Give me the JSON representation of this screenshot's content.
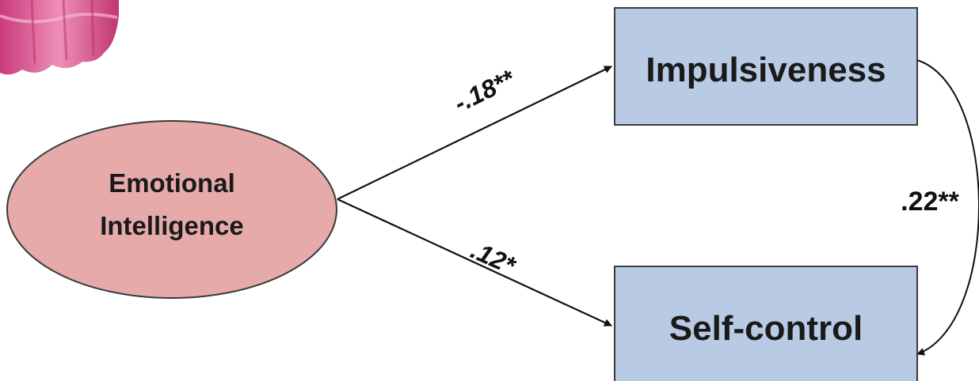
{
  "nodes": {
    "emotional_intelligence": {
      "line1": "Emotional",
      "line2": "Intelligence",
      "fill": "#e6aaaa",
      "stroke": "#3a3a3a"
    },
    "impulsiveness": {
      "label": "Impulsiveness",
      "fill": "#b9cbe4",
      "stroke": "#3a3a3a"
    },
    "self_control": {
      "label": "Self-control",
      "fill": "#b9cbe4",
      "stroke": "#3a3a3a"
    }
  },
  "paths": {
    "ei_to_impulsiveness": "-.18**",
    "ei_to_self_control": ".12*",
    "impulsiveness_with_self_control": ".22**"
  },
  "decoration": {
    "icon": "pink-cake-icon",
    "color": "#d9548f"
  }
}
